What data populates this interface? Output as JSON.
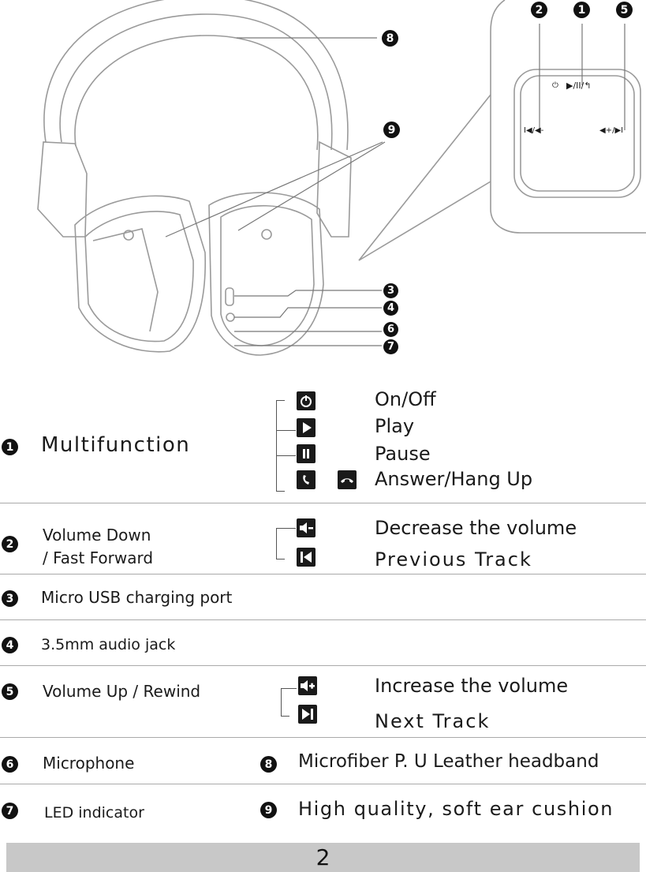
{
  "diagram": {
    "callouts": [
      "2",
      "1",
      "5",
      "8",
      "9",
      "3",
      "4",
      "6",
      "7"
    ],
    "panel_icons": {
      "power": "⏻",
      "play_pause_call": "▶/II/↰",
      "prev_vol_down": "I◀/◀-",
      "vol_up_next": "◀+/▶I"
    }
  },
  "functions": [
    {
      "number": "1",
      "name": "Multifunction",
      "icons": [
        "power-icon",
        "play-icon",
        "pause-icon",
        "answer-call-icon",
        "hang-up-icon"
      ],
      "descriptions": [
        "On/Off",
        "Play",
        "Pause",
        "Answer/Hang Up"
      ]
    },
    {
      "number": "2",
      "name_line1": "Volume Down",
      "name_line2": "/ Fast Forward",
      "icons": [
        "volume-down-icon",
        "previous-track-icon"
      ],
      "descriptions": [
        "Decrease the volume",
        "Previous Track"
      ]
    },
    {
      "number": "3",
      "name": "Micro USB charging port"
    },
    {
      "number": "4",
      "name": "3.5mm audio jack"
    },
    {
      "number": "5",
      "name": "Volume Up / Rewind",
      "icons": [
        "volume-up-icon",
        "next-track-icon"
      ],
      "descriptions": [
        "Increase the volume",
        "Next Track"
      ]
    },
    {
      "number": "6",
      "name": "Microphone"
    },
    {
      "number": "7",
      "name": "LED indicator"
    },
    {
      "number": "8",
      "name": "Microfiber P. U Leather headband"
    },
    {
      "number": "9",
      "name": "High quality, soft ear cushion"
    }
  ],
  "footer": {
    "page_number": "2",
    "bar_color": "#c8c8c8"
  }
}
